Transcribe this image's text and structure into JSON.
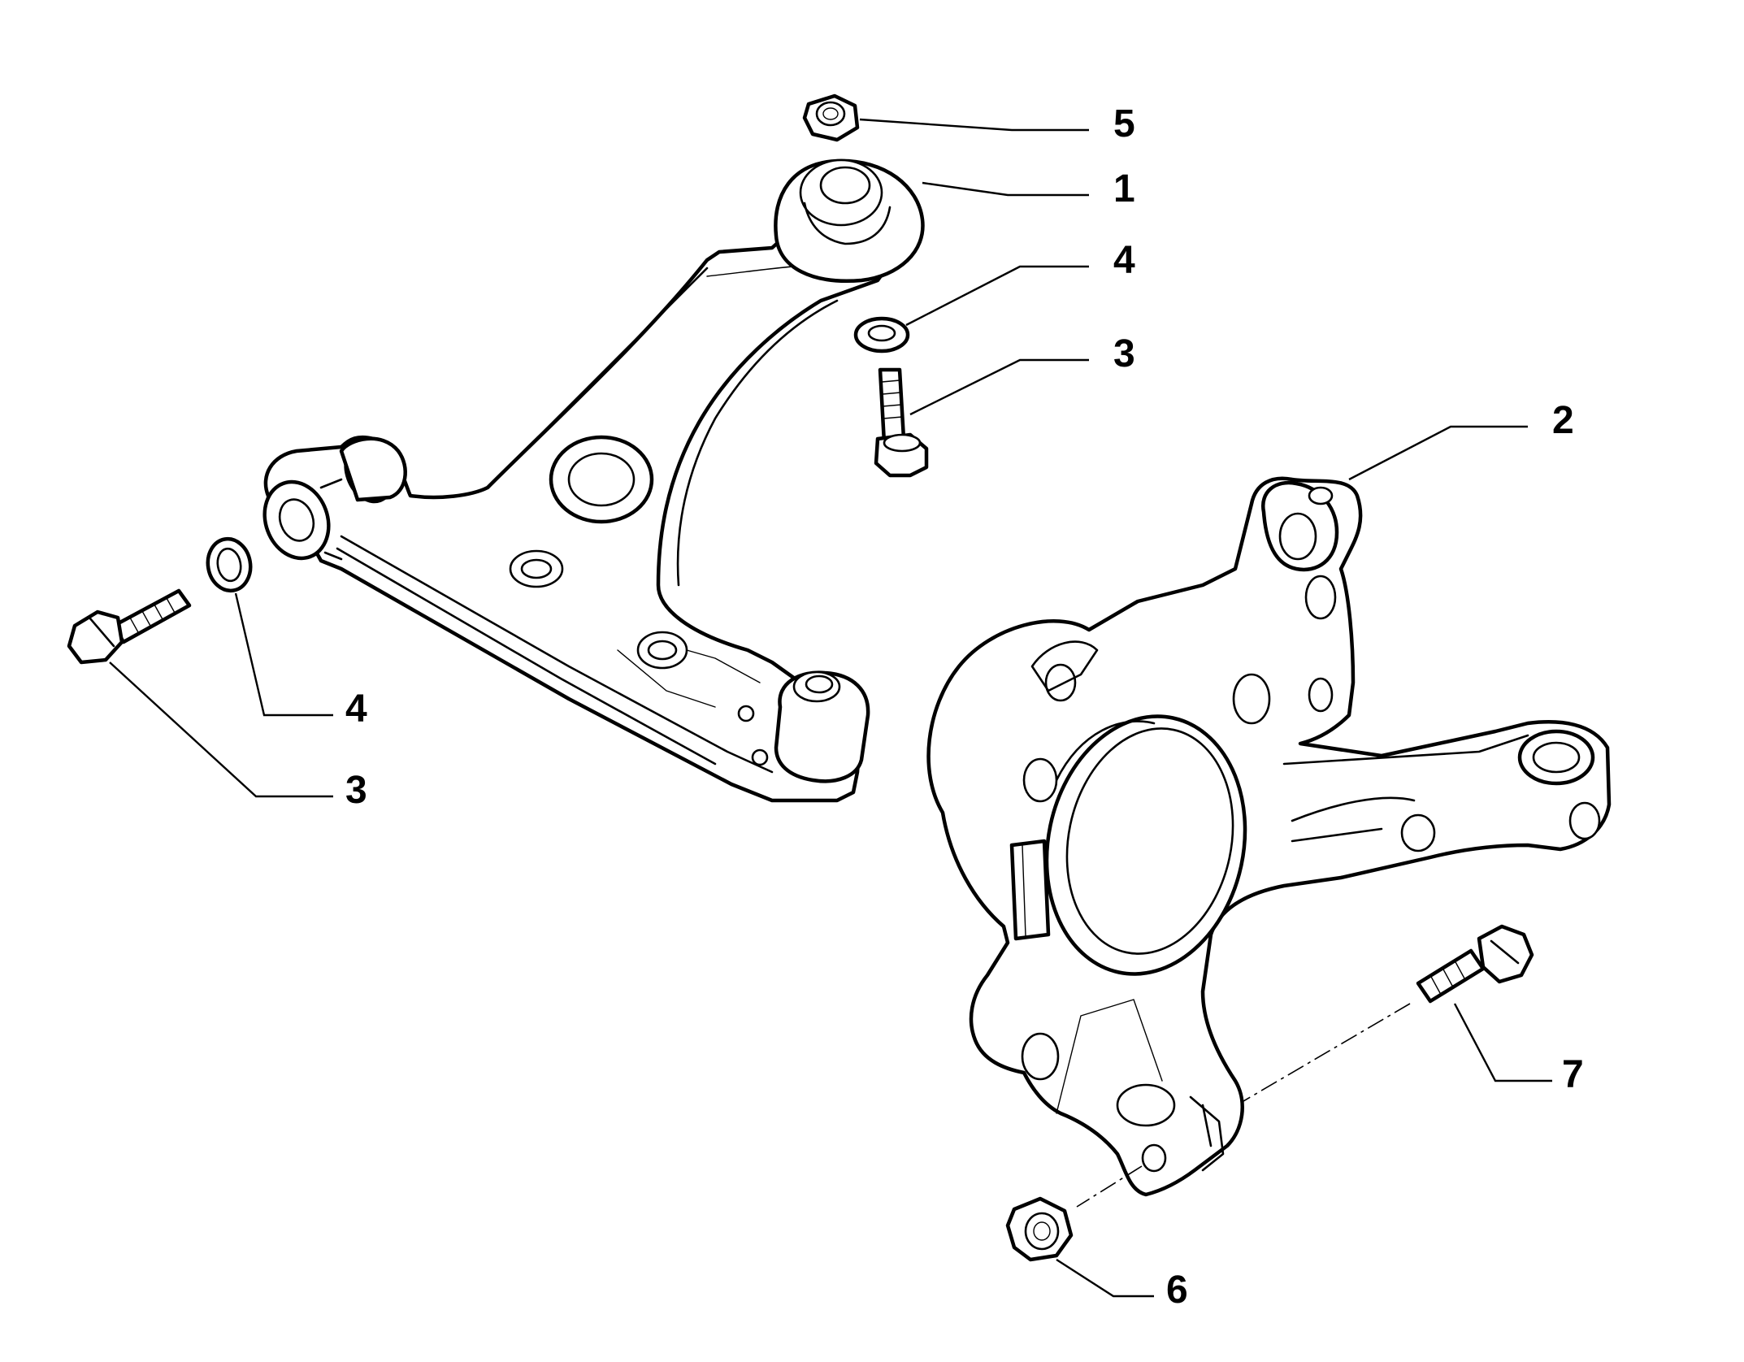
{
  "colors": {
    "ink": "#000000",
    "paper": "#ffffff"
  },
  "parts": {
    "control_arm": "1",
    "steering_knuckle": "2",
    "bolt_front": "3",
    "bolt_rear": "3",
    "washer_front": "4",
    "washer_rear": "4",
    "nut_ball_joint": "5",
    "nut_knuckle": "6",
    "bolt_knuckle": "7"
  }
}
